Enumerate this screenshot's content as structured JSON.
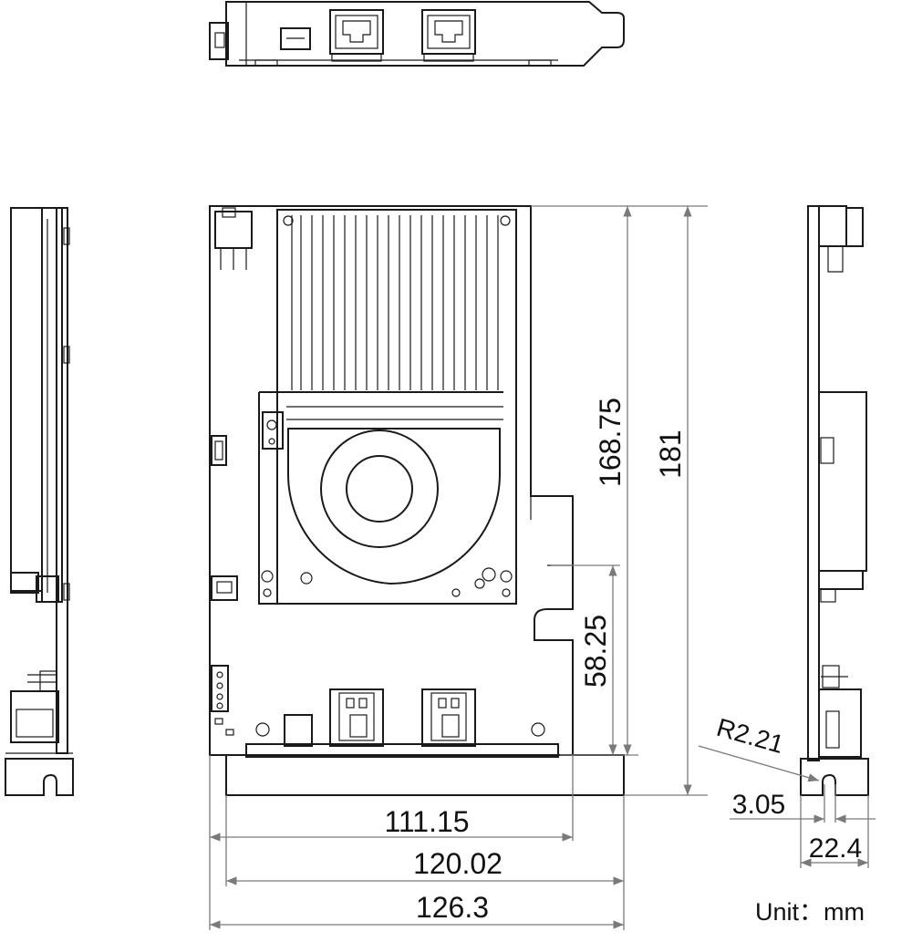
{
  "dimensions": {
    "height_heatsink": "168.75",
    "height_total": "181",
    "height_lower": "58.25",
    "width_111": "111.15",
    "width_120": "120.02",
    "width_126": "126.3",
    "radius": "R2.21",
    "slot": "3.05",
    "thickness": "22.4"
  },
  "unit_label": "Unit：mm"
}
